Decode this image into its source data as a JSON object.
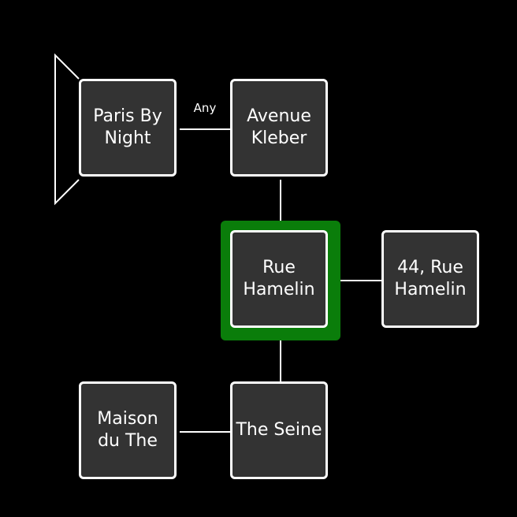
{
  "map": {
    "current_room": "Rue Hamelin",
    "highlight_color": "#0a7d0a",
    "room_fill": "#333333",
    "room_border": "#ffffff",
    "background": "#000000",
    "rooms": {
      "paris_by_night": {
        "label": "Paris By\nNight"
      },
      "avenue_kleber": {
        "label": "Avenue\nKleber"
      },
      "rue_hamelin": {
        "label": "Rue\nHamelin"
      },
      "rue_hamelin_44": {
        "label": "44, Rue\nHamelin"
      },
      "maison_du_the": {
        "label": "Maison\ndu The"
      },
      "the_seine": {
        "label": "The Seine"
      }
    },
    "connections": {
      "paris_by_night_to_avenue_kleber": {
        "label": "Any"
      }
    }
  }
}
